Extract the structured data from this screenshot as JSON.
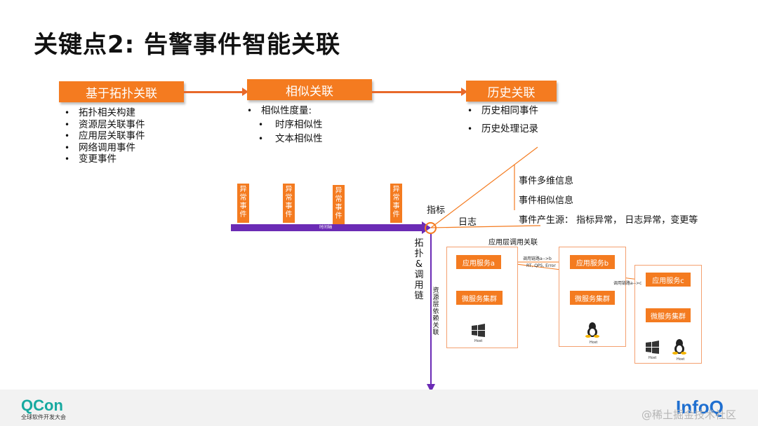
{
  "title": "关键点2: 告警事件智能关联",
  "stages": {
    "topology": {
      "label": "基于拓扑关联",
      "bullets": [
        "拓扑相关构建",
        "资源层关联事件",
        "应用层关联事件",
        "网络调用事件",
        "变更事件"
      ]
    },
    "similarity": {
      "label": "相似关联",
      "bullet": "相似性度量:",
      "sub_bullets": [
        "时序相似性",
        "文本相似性"
      ]
    },
    "history": {
      "label": "历史关联",
      "bullets": [
        "历史相同事件",
        "历史处理记录"
      ]
    }
  },
  "timeline": {
    "label": "时间轴",
    "anomaly_events": [
      "异常事件",
      "异常事件",
      "异常事件",
      "异常事件"
    ]
  },
  "axes": {
    "metric": "指标",
    "log": "日志",
    "topology_chain": "拓扑&调用链"
  },
  "info": {
    "line1": "事件多维信息",
    "line2": "事件相似信息",
    "line3": "事件产生源： 指标异常， 日志异常，变更等"
  },
  "app_layer": {
    "title": "应用层调用关联",
    "resource_label": "资源层依赖关联",
    "services": [
      "应用服务a",
      "应用服务b",
      "应用服务c"
    ],
    "clusters": [
      "微服务集群",
      "微服务集群",
      "微服务集群"
    ],
    "call_ab": "调用链路a-->b",
    "call_metrics": "RT, QPS, Error",
    "call_ac": "调用链路a-->c",
    "host": "Host"
  },
  "footer": {
    "qcon": "QCon",
    "qcon_sub": "全球软件开发大会",
    "infoq": "InfoQ",
    "watermark": "@稀土掘金技术社区"
  },
  "colors": {
    "accent": "#f47b20",
    "timeline": "#6b2bb5",
    "brand_teal": "#17a9a0",
    "brand_blue": "#1f6fd0"
  }
}
